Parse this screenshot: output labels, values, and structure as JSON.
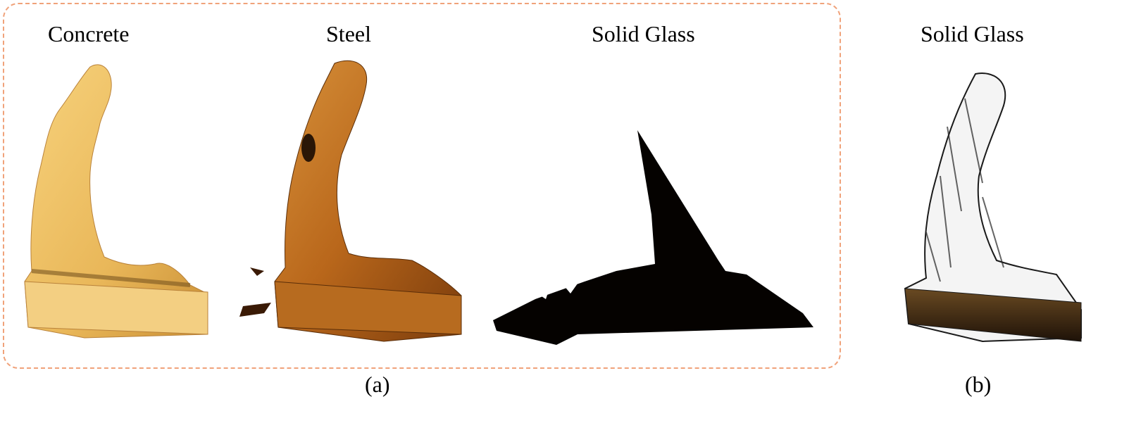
{
  "figure": {
    "panel_a": {
      "labels": [
        "Concrete",
        "Steel",
        "Solid Glass"
      ],
      "caption": "(a)",
      "border_color": "#f0a27a"
    },
    "panel_b": {
      "label": "Solid Glass",
      "caption": "(b)"
    },
    "colors": {
      "concrete": "#f0c46a",
      "steel": "#c8781e",
      "glass_shadow": "#050200",
      "wire": "#1a1a1a"
    }
  }
}
